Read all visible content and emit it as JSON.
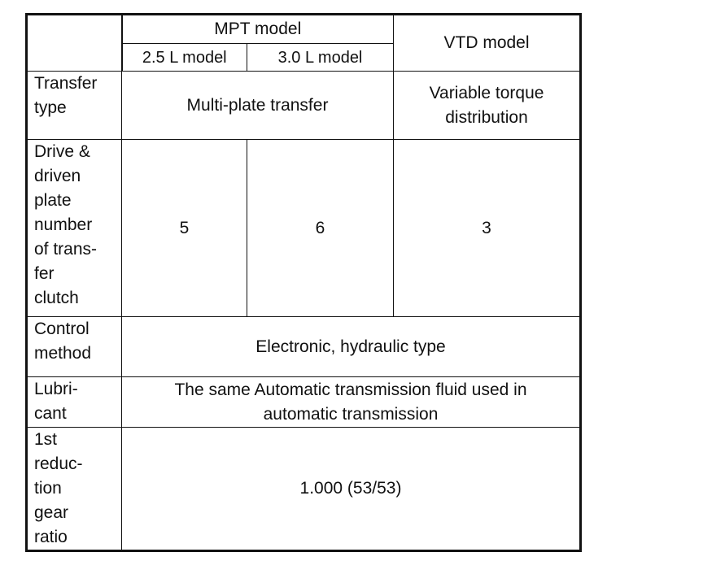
{
  "header": {
    "group_mpt": "MPT model",
    "group_vtd": "VTD model",
    "sub_25": "2.5 L model",
    "sub_30": "3.0 L model"
  },
  "rows": {
    "transfer_type": {
      "label": "Transfer\ntype",
      "mpt": "Multi-plate transfer",
      "vtd": "Variable torque\ndistribution"
    },
    "plate_number": {
      "label": "Drive &\ndriven\nplate\nnumber\nof trans-\nfer\nclutch",
      "v25": "5",
      "v30": "6",
      "vtd": "3"
    },
    "control_method": {
      "label": "Control\nmethod",
      "value": "Electronic, hydraulic type"
    },
    "lubricant": {
      "label": "Lubri-\ncant",
      "value": "The same Automatic transmission fluid used in\nautomatic transmission"
    },
    "reduction_ratio": {
      "label": "1st\nreduc-\ntion\ngear\nratio",
      "value": "1.000 (53/53)"
    }
  }
}
